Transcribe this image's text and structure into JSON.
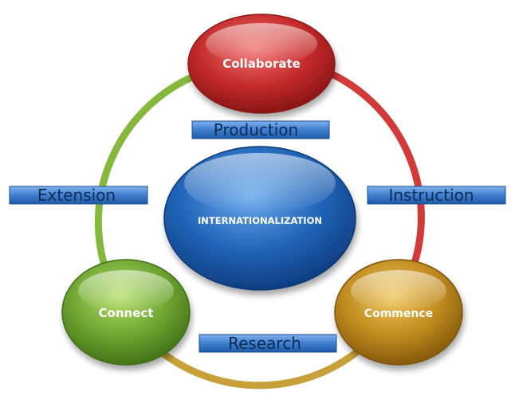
{
  "diagram": {
    "center": {
      "label": "INTERNATIONALIZATION",
      "color": "#1f63b7"
    },
    "nodes": [
      {
        "id": "collaborate",
        "label": "Collaborate",
        "color": "#c42a2a"
      },
      {
        "id": "commence",
        "label": "Commence",
        "color": "#c08a1e"
      },
      {
        "id": "connect",
        "label": "Connect",
        "color": "#6da431"
      }
    ],
    "connector_labels": [
      {
        "id": "production",
        "label": "Production"
      },
      {
        "id": "extension",
        "label": "Extension"
      },
      {
        "id": "instruction",
        "label": "Instruction"
      },
      {
        "id": "research",
        "label": "Research"
      }
    ],
    "ring_colors": {
      "collaborate_commence": "#d23a3a",
      "commence_connect": "#c8a03a",
      "connect_collaborate": "#86b83e"
    },
    "label_fill": "#3f7fd0"
  }
}
